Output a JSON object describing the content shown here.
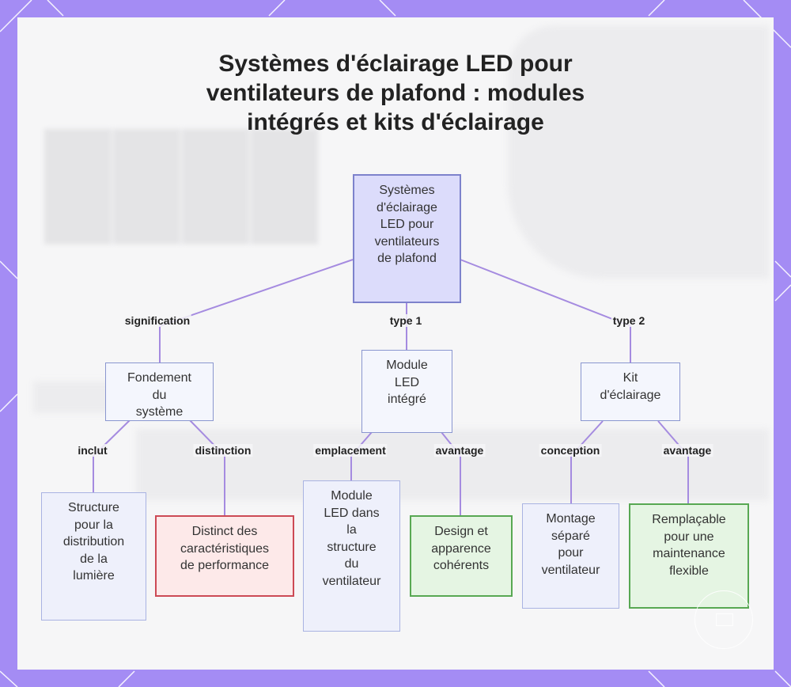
{
  "title_lines": [
    "Systèmes d'éclairage LED pour",
    "ventilateurs de plafond : modules",
    "intégrés et kits d'éclairage"
  ],
  "nodes": {
    "root": [
      "Systèmes",
      "d'éclairage",
      "LED pour",
      "ventilateurs",
      "de plafond"
    ],
    "fondement": [
      "Fondement",
      "du",
      "système"
    ],
    "module": [
      "Module",
      "LED",
      "intégré"
    ],
    "kit": [
      "Kit",
      "d'éclairage"
    ],
    "structure": [
      "Structure",
      "pour la",
      "distribution",
      "de la",
      "lumière"
    ],
    "distinct": [
      "Distinct des",
      "caractéristiques",
      "de performance"
    ],
    "module_dans": [
      "Module",
      "LED dans",
      "la",
      "structure",
      "du",
      "ventilateur"
    ],
    "design": [
      "Design et",
      "apparence",
      "cohérents"
    ],
    "montage": [
      "Montage",
      "séparé",
      "pour",
      "ventilateur"
    ],
    "remplacable": [
      "Remplaçable",
      "pour une",
      "maintenance",
      "flexible"
    ]
  },
  "edge_labels": {
    "signification": "signification",
    "type1": "type 1",
    "type2": "type 2",
    "inclut": "inclut",
    "distinction": "distinction",
    "emplacement": "emplacement",
    "avantage_module": "avantage",
    "conception": "conception",
    "avantage_kit": "avantage"
  },
  "colors": {
    "frame": "#a48cf4",
    "edge": "#a58be0",
    "root_fill": "#dcdcfb",
    "red_border": "#cc4a55",
    "green_border": "#58a853"
  }
}
